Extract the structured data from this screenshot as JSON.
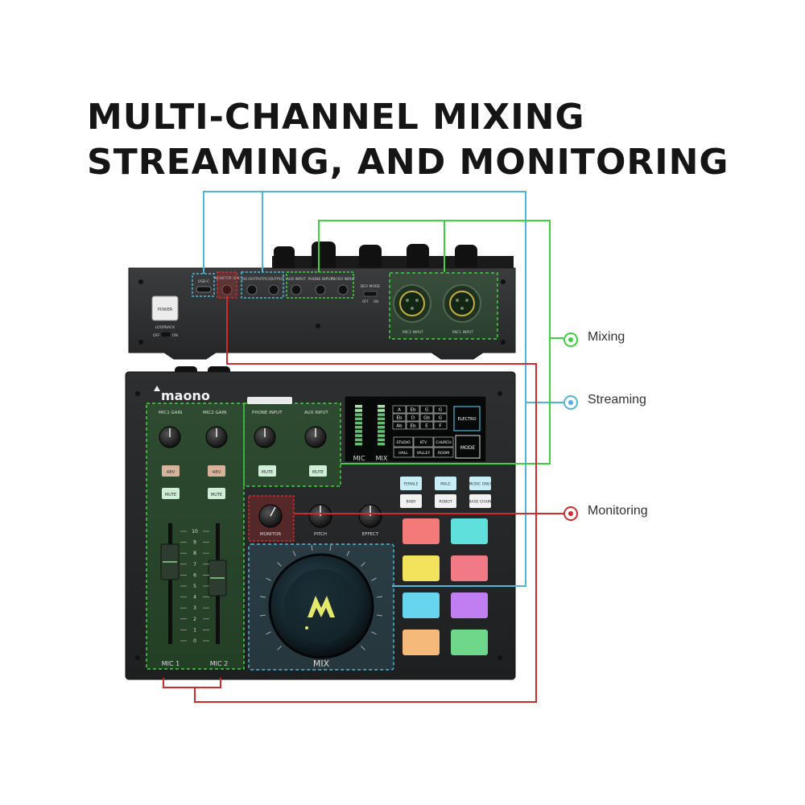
{
  "title": {
    "line1": "MULTI-CHANNEL MIXING",
    "line2": "STREAMING, AND MONITORING"
  },
  "legend": [
    {
      "label": "Mixing",
      "color": "#3fd23f"
    },
    {
      "label": "Streaming",
      "color": "#4fb6d9"
    },
    {
      "label": "Monitoring",
      "color": "#d22a2a"
    }
  ],
  "rear_panel": {
    "power": "POWER",
    "loopback": "LOOPBACK",
    "off": "OFF",
    "on": "ON",
    "usb": "USB-C",
    "monitor_spk": "MONITOR SPK",
    "ios_output": "IOS OUTPUT",
    "pc_output": "PC/OUTPUT",
    "aux_input": "AUX INPUT",
    "phone_input": "PHONE INPUT",
    "micro_input": "MICRO INPUT",
    "dev_mode": "DEV MODE",
    "mic2_input": "MIC2 INPUT",
    "mic1_input": "MIC1 INPUT"
  },
  "front_panel": {
    "brand": "maono",
    "mic1_gain": "MIC1 GAIN",
    "mic2_gain": "MIC2 GAIN",
    "phone_input": "PHONE INPUT",
    "aux_input": "AUX INPUT",
    "phantom": "48V",
    "mute": "MUTE",
    "monitor": "MONITOR",
    "pitch": "PITCH",
    "effect": "EFFECT",
    "mix": "MIX",
    "mic1": "MIC 1",
    "mic2": "MIC 2",
    "meter_mic": "MIC",
    "meter_mix": "MIX",
    "fader_scale": [
      "10",
      "9",
      "8",
      "7",
      "6",
      "5",
      "4",
      "3",
      "2",
      "1",
      "0"
    ],
    "key_grid": [
      [
        "A",
        "Eb",
        "G",
        "G"
      ],
      [
        "Eb",
        "D",
        "Gb",
        "G"
      ],
      [
        "Ab",
        "Eb",
        "E",
        "F"
      ]
    ],
    "electro": "ELECTRO",
    "reverb_grid": [
      [
        "STUDIO",
        "KTV",
        "CHURCH"
      ],
      [
        "HALL",
        "VALLEY",
        "ROOM"
      ]
    ],
    "mode": "MODE",
    "voice_row1": [
      "FEMALE",
      "MALE",
      "MUSIC ONLY"
    ],
    "voice_row2": [
      "BABY",
      "ROBOT",
      "BASE CHAIN"
    ],
    "pad_colors": [
      "#f47a7a",
      "#5fe0dc",
      "#f3e35c",
      "#f27a86",
      "#67d5ee",
      "#c17ef2",
      "#f5b979",
      "#6fd789"
    ]
  }
}
